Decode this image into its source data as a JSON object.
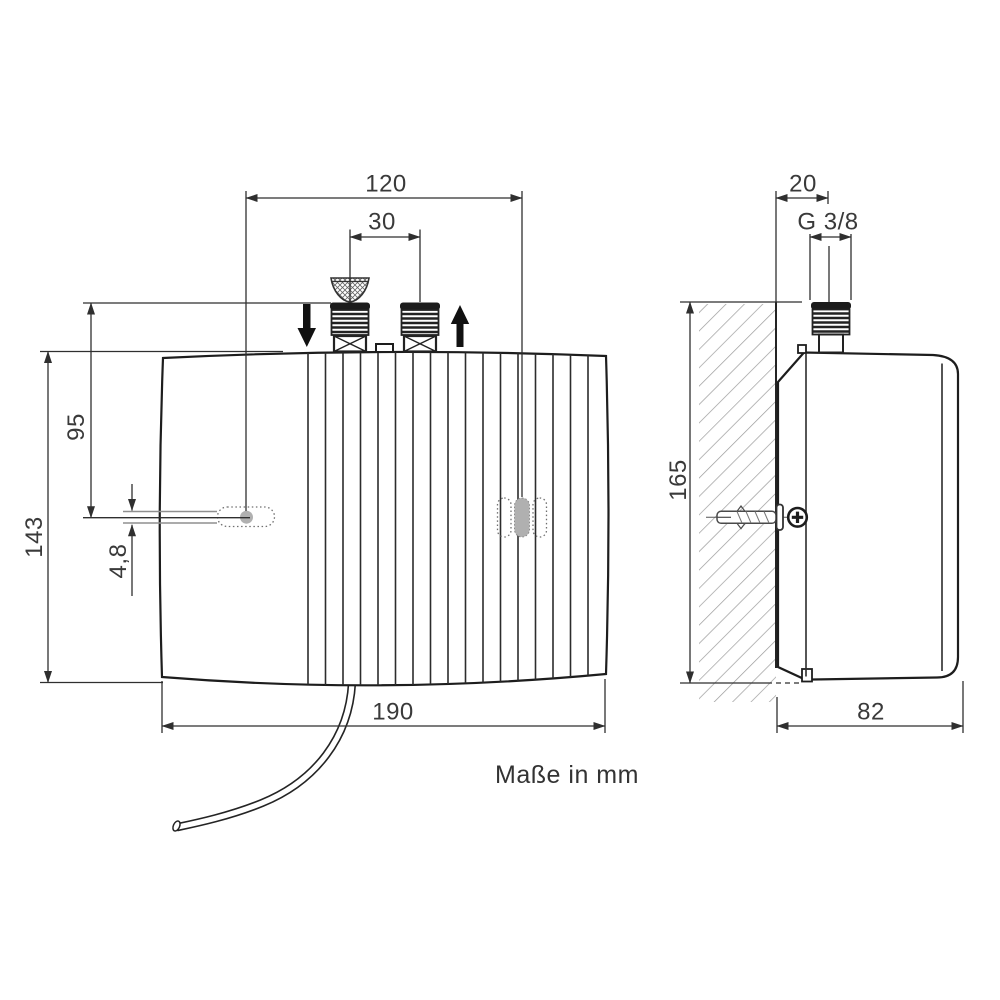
{
  "note": "Maße in mm",
  "front_view": {
    "dim_keyhole_spacing": "120",
    "dim_connection_spacing": "30",
    "dim_top_to_mount": "95",
    "dim_body_height": "143",
    "dim_slot_height": "4,8",
    "dim_body_width": "190"
  },
  "side_view": {
    "dim_wall_to_pipe": "20",
    "pipe_thread": "G 3/8",
    "dim_mounting_height": "165",
    "dim_body_depth": "82"
  },
  "colors": {
    "line": "#2f2f2f",
    "outline": "#1d1d1d",
    "hatch_gray": "#9b9b9b",
    "slot_gray": "#b0b0b0"
  }
}
